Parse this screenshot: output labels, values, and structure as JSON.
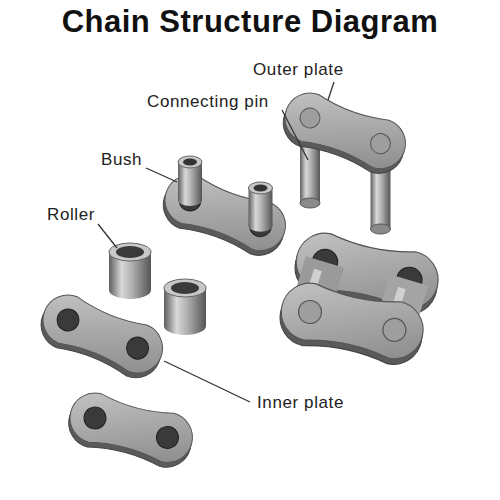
{
  "diagram": {
    "title": "Chain Structure Diagram",
    "labels": [
      "Outer plate",
      "Connecting pin",
      "Bush",
      "Roller",
      "Inner plate"
    ]
  }
}
